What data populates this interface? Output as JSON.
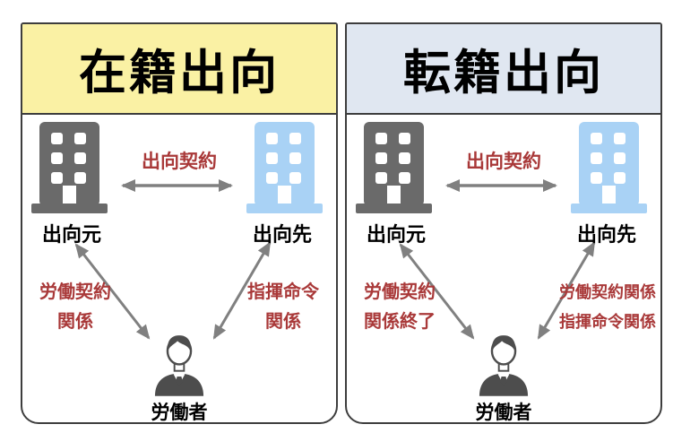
{
  "colors": {
    "zaiseki_header_bg": "#FAF1A4",
    "tenseki_header_bg": "#E0E7F1",
    "relation_text_red": "#A93939",
    "source_building_gray": "#6A6A6A",
    "destination_building_blue": "#A9D2F5",
    "arrow_gray": "#808080",
    "worker_icon_gray": "#4D4D4D",
    "panel_border": "#3D3D3D"
  },
  "panels": [
    {
      "title": "在籍出向",
      "source_company_label": "出向元",
      "destination_company_label": "出向先",
      "secondment_contract_label": "出向契約",
      "left_relation_lines": [
        "労働契約",
        "関係"
      ],
      "right_relation_lines": [
        "指揮命令",
        "関係"
      ],
      "worker_label": "労働者"
    },
    {
      "title": "転籍出向",
      "source_company_label": "出向元",
      "destination_company_label": "出向先",
      "secondment_contract_label": "出向契約",
      "left_relation_lines": [
        "労働契約",
        "関係終了"
      ],
      "right_relation_lines": [
        "労働契約関係",
        "指揮命令関係"
      ],
      "worker_label": "労働者"
    }
  ]
}
